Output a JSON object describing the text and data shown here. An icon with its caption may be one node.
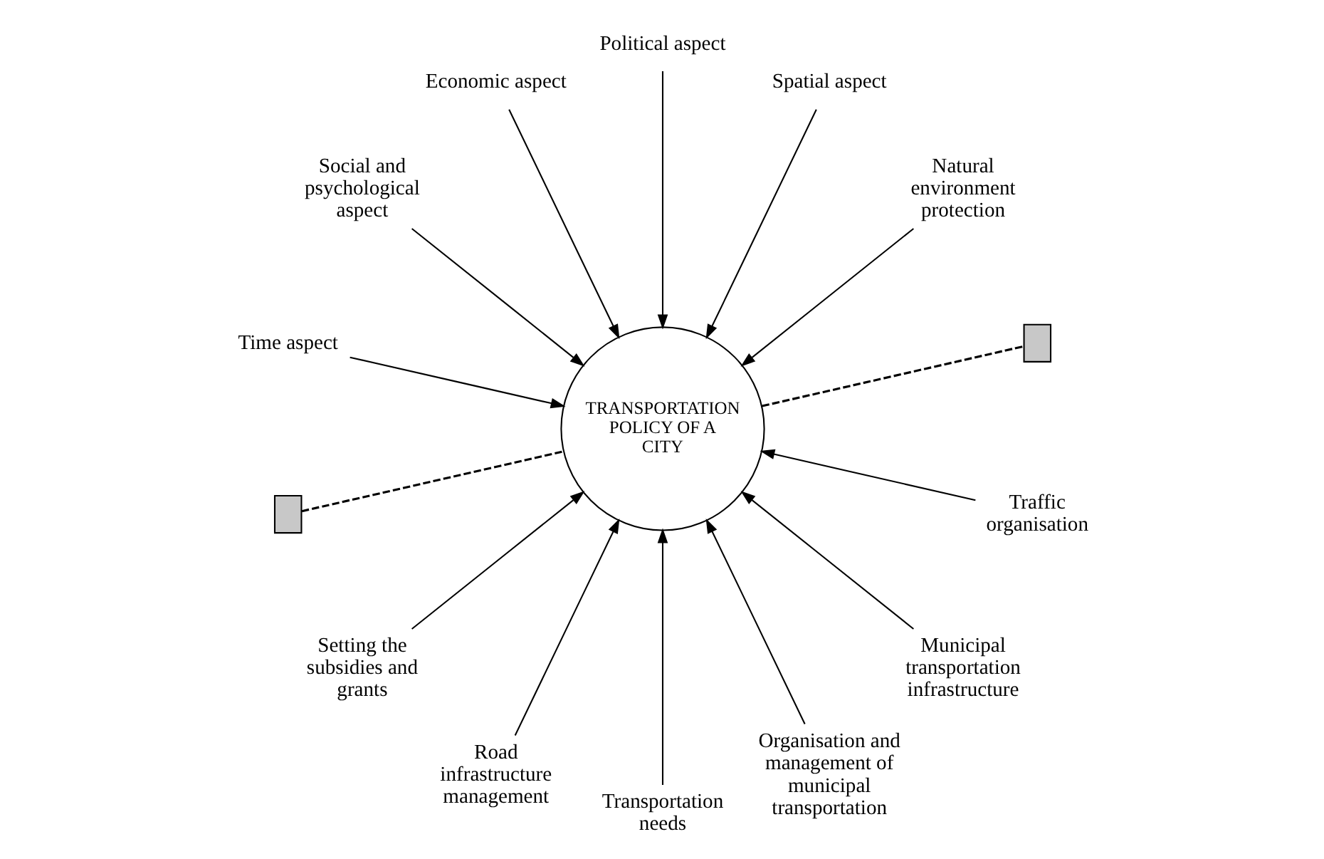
{
  "diagram": {
    "nodes": [
      {
        "text": [
          "TRANSPORTATION POLICY OF A CITY"
        ]
      },
      {
        "text": [
          "Natural environment protection"
        ]
      },
      {
        "text": [
          "Spatial aspect"
        ]
      },
      {
        "text": [
          "Political aspect"
        ]
      },
      {
        "text": [
          "Economic aspect"
        ]
      },
      {
        "text": [
          "Social and psychological aspect"
        ]
      },
      {
        "text": [
          "Time aspect"
        ]
      },
      {
        "text": [],
        "shape": "box"
      },
      {
        "text": [],
        "shape": "box"
      },
      {
        "text": [
          "Setting the subsidies and grants"
        ]
      },
      {
        "text": [
          "Road infrastructure management"
        ]
      },
      {
        "text": [
          "Transportation needs"
        ]
      },
      {
        "text": [
          "Organisation and management of municipal transportation"
        ]
      },
      {
        "text": [
          "Municipal transportation infrastructure"
        ]
      },
      {
        "text": [
          "Traffic organisation"
        ]
      }
    ],
    "edges": [
      {
        "from": 1,
        "to": 0,
        "arrow": "to"
      },
      {
        "from": 2,
        "to": 0,
        "arrow": "to"
      },
      {
        "from": 3,
        "to": 0,
        "arrow": "to"
      },
      {
        "from": 4,
        "to": 0,
        "arrow": "to"
      },
      {
        "from": 5,
        "to": 0,
        "arrow": "to"
      },
      {
        "from": 6,
        "to": 0,
        "arrow": "to"
      },
      {
        "from": 7,
        "to": 0,
        "arrow": "none",
        "style": "dashed"
      },
      {
        "from": 0,
        "to": 8,
        "arrow": "none",
        "style": "dashed"
      },
      {
        "from": 9,
        "to": 0,
        "arrow": "to"
      },
      {
        "from": 10,
        "to": 0,
        "arrow": "to"
      },
      {
        "from": 11,
        "to": 0,
        "arrow": "to"
      },
      {
        "from": 12,
        "to": 0,
        "arrow": "to"
      },
      {
        "from": 13,
        "to": 0,
        "arrow": "to"
      },
      {
        "from": 14,
        "to": 0,
        "arrow": "to"
      }
    ]
  }
}
